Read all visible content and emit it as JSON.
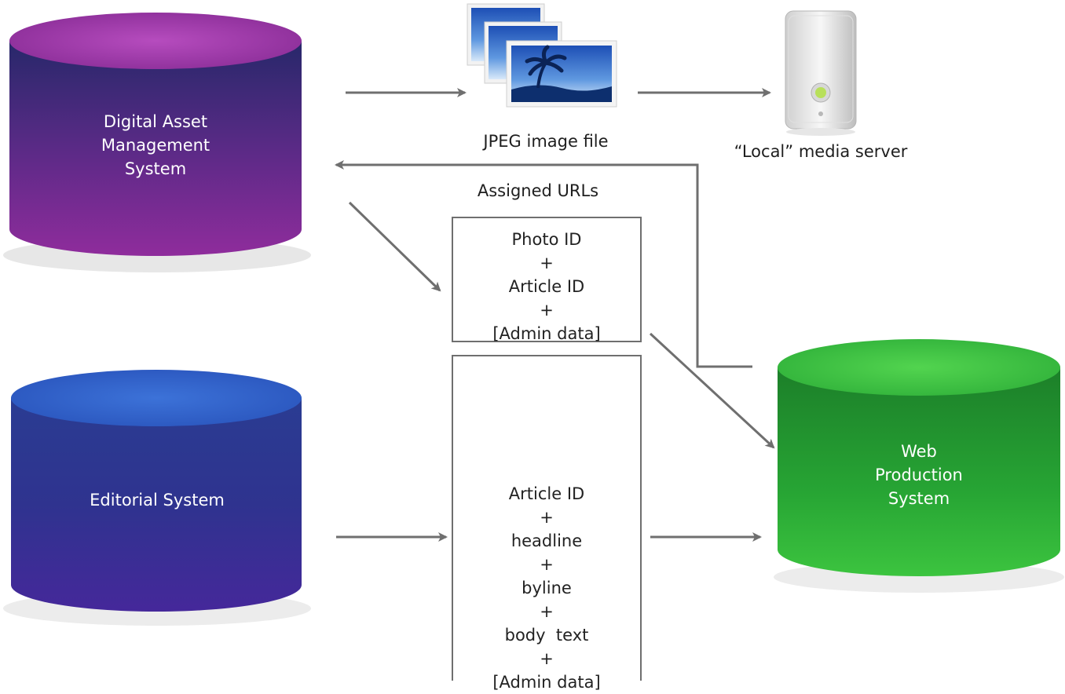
{
  "databases": {
    "dam": {
      "lines": [
        "Digital Asset",
        "Management",
        "System"
      ],
      "colors": {
        "top": "#9b3aa7",
        "body_top": "#2d2a6e",
        "body_bottom": "#8a2c98"
      }
    },
    "editorial": {
      "lines": [
        "Editorial System"
      ],
      "colors": {
        "top": "#2c5bc7",
        "body_top": "#2a3a8c",
        "body_bottom": "#3f2d98"
      }
    },
    "web_production": {
      "lines": [
        "Web",
        "Production",
        "System"
      ],
      "colors": {
        "top": "#3fbf3f",
        "body_top": "#1f8e2f",
        "body_bottom": "#2fb63a"
      }
    }
  },
  "labels": {
    "jpeg": "JPEG image file",
    "media_server": "“Local” media server",
    "assigned_urls": "Assigned URLs"
  },
  "photo_box": {
    "lines": [
      "Photo ID",
      "+",
      "Article ID",
      "+",
      "[Admin data]"
    ]
  },
  "article_box": {
    "lines": [
      "Article ID",
      "+",
      "headline",
      "+",
      "byline",
      "+",
      "body  text",
      "+",
      "[Admin data]"
    ]
  },
  "icons": {
    "images": "image-files-icon",
    "server": "media-server-icon",
    "documents": "document-files-icon"
  },
  "arrow_color": "#6f6f6f"
}
